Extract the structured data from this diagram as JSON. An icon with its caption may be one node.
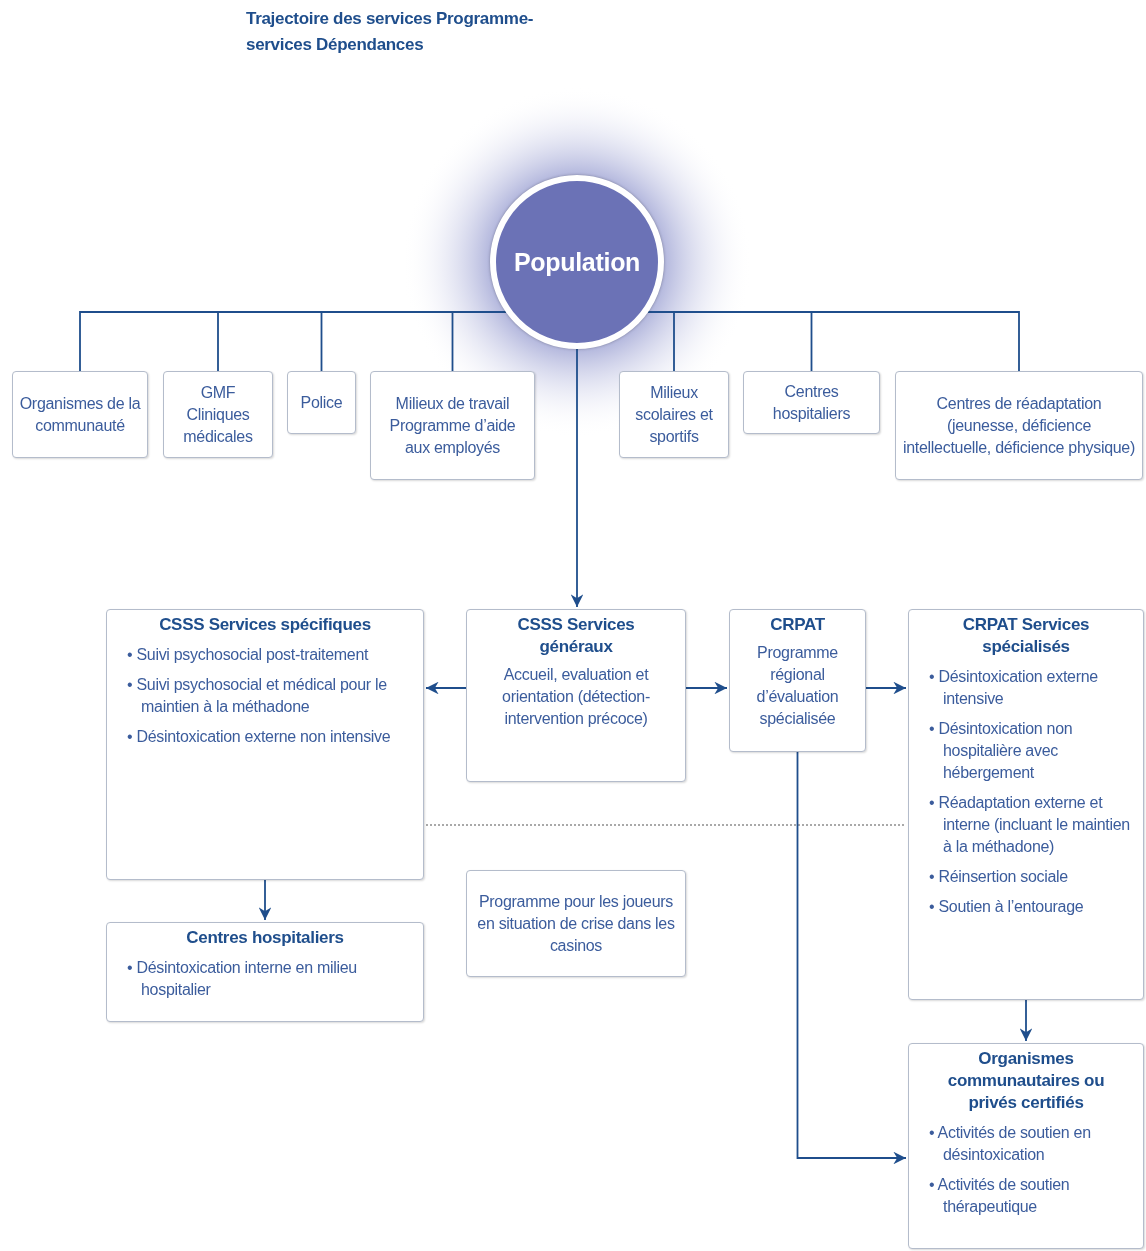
{
  "diagram": {
    "title": "Trajectoire des services Programme-services Dépendances",
    "nodes": [
      {
        "text": [
          "Population"
        ]
      },
      {
        "text": [
          "Organismes de la communauté"
        ]
      },
      {
        "text": [
          "GMF Cliniques médicales"
        ]
      },
      {
        "text": [
          "Police"
        ]
      },
      {
        "text": [
          "Milieux de travail Programme d’aide aux employés"
        ]
      },
      {
        "text": [
          "Milieux scolaires et sportifs"
        ]
      },
      {
        "text": [
          "Centres hospitaliers"
        ]
      },
      {
        "text": [
          "Centres de réadaptation (jeunesse, déficience intellectuelle, déficience physique)"
        ]
      },
      {
        "text": [
          "CSSS Services spécifiques",
          "• Suivi psychosocial post-traitement",
          "• Suivi psychosocial et médical pour le maintien à la méthadone",
          "• Désintoxication externe non intensive"
        ]
      },
      {
        "text": [
          "CSSS Services généraux",
          "Accueil, evaluation et orientation (détection-intervention précoce)"
        ]
      },
      {
        "text": [
          "CRPAT",
          "Programme régional d’évaluation spécialisée"
        ]
      },
      {
        "text": [
          "CRPAT Services spécialisés",
          "• Désintoxication externe intensive",
          "• Désintoxication non hospitalière avec hébergement",
          "• Réadaptation externe et interne (incluant le maintien à la méthadone)",
          "• Réinsertion sociale",
          "• Soutien à l’entourage"
        ]
      },
      {
        "text": [
          "Centres hospitaliers",
          "• Désintoxication interne en milieu hospitalier"
        ]
      },
      {
        "text": [
          "Programme pour les joueurs en situation de crise dans les casinos"
        ]
      },
      {
        "text": [
          "Organismes communautaires ou privés certifiés",
          "• Activités de soutien en désintoxication",
          "• Activités de soutien thérapeutique"
        ]
      }
    ],
    "edges": [
      {
        "from": 0,
        "to": 1,
        "arrow": "none"
      },
      {
        "from": 0,
        "to": 2,
        "arrow": "none"
      },
      {
        "from": 0,
        "to": 3,
        "arrow": "none"
      },
      {
        "from": 0,
        "to": 4,
        "arrow": "none"
      },
      {
        "from": 0,
        "to": 5,
        "arrow": "none"
      },
      {
        "from": 0,
        "to": 6,
        "arrow": "none"
      },
      {
        "from": 0,
        "to": 7,
        "arrow": "none"
      },
      {
        "from": 0,
        "to": 9,
        "arrow": "to"
      },
      {
        "from": 9,
        "to": 8,
        "arrow": "to"
      },
      {
        "from": 9,
        "to": 10,
        "arrow": "to"
      },
      {
        "from": 10,
        "to": 11,
        "arrow": "to"
      },
      {
        "from": 8,
        "to": 12,
        "arrow": "to"
      },
      {
        "from": 11,
        "to": 14,
        "arrow": "to"
      },
      {
        "from": 10,
        "to": 14,
        "arrow": "to"
      }
    ]
  }
}
